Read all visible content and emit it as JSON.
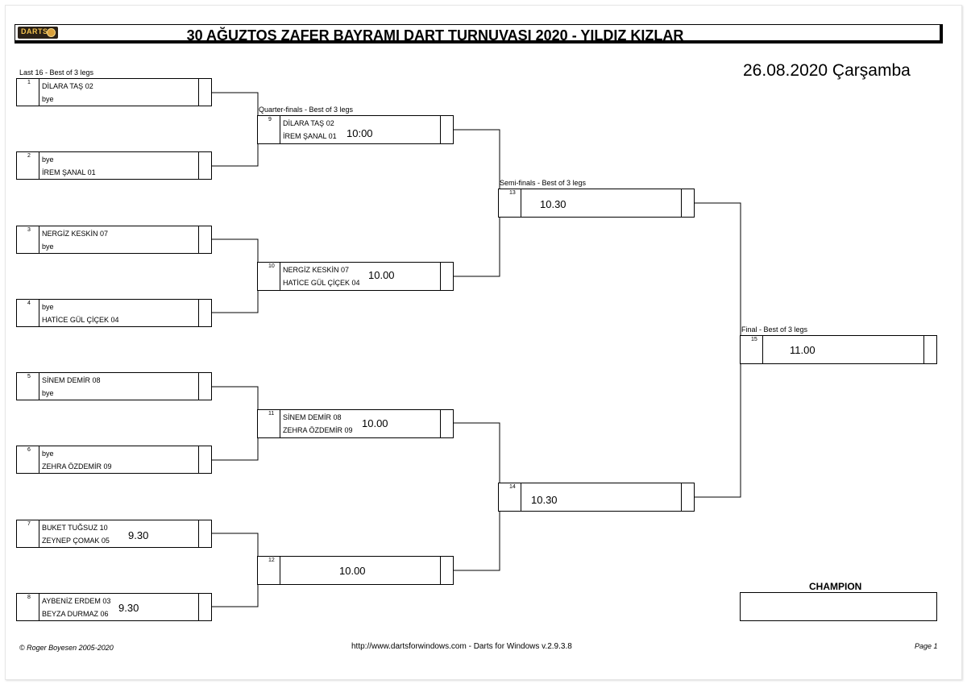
{
  "header": {
    "title": "30 AĞUZTOS ZAFER BAYRAMI DART TURNUVASI 2020 - YILDIZ KIZLAR",
    "logo_text": "DARTS",
    "date": "26.08.2020 Çarşamba"
  },
  "rounds": {
    "last16": "Last 16 - Best of 3 legs",
    "quarter": "Quarter-finals - Best of 3 legs",
    "semi": "Semi-finals - Best of 3 legs",
    "final": "Final - Best of 3 legs"
  },
  "matches": {
    "m1": {
      "num": "1",
      "p1": "DİLARA TAŞ 02",
      "p2": "bye",
      "time": ""
    },
    "m2": {
      "num": "2",
      "p1": "bye",
      "p2": "İREM ŞANAL 01",
      "time": ""
    },
    "m3": {
      "num": "3",
      "p1": "NERGİZ KESKİN 07",
      "p2": "bye",
      "time": ""
    },
    "m4": {
      "num": "4",
      "p1": "bye",
      "p2": "HATİCE GÜL ÇİÇEK 04",
      "time": ""
    },
    "m5": {
      "num": "5",
      "p1": "SİNEM DEMİR 08",
      "p2": "bye",
      "time": ""
    },
    "m6": {
      "num": "6",
      "p1": "bye",
      "p2": "ZEHRA ÖZDEMİR 09",
      "time": ""
    },
    "m7": {
      "num": "7",
      "p1": "BUKET TUĞSUZ 10",
      "p2": "ZEYNEP ÇOMAK 05",
      "time": "9.30"
    },
    "m8": {
      "num": "8",
      "p1": "AYBENİZ ERDEM 03",
      "p2": "BEYZA DURMAZ 06",
      "time": "9.30"
    },
    "m9": {
      "num": "9",
      "p1": "DİLARA TAŞ 02",
      "p2": "İREM ŞANAL 01",
      "time": "10:00"
    },
    "m10": {
      "num": "10",
      "p1": "NERGİZ KESKİN 07",
      "p2": "HATİCE GÜL ÇİÇEK 04",
      "time": "10.00"
    },
    "m11": {
      "num": "11",
      "p1": "SİNEM DEMİR 08",
      "p2": "ZEHRA ÖZDEMİR 09",
      "time": "10.00"
    },
    "m12": {
      "num": "12",
      "p1": "",
      "p2": "",
      "time": "10.00"
    },
    "m13": {
      "num": "13",
      "p1": "",
      "p2": "",
      "time": "10.30"
    },
    "m14": {
      "num": "14",
      "p1": "",
      "p2": "",
      "time": "10.30"
    },
    "m15": {
      "num": "15",
      "p1": "",
      "p2": "",
      "time": "11.00"
    }
  },
  "champion": {
    "label": "CHAMPION",
    "value": ""
  },
  "footer": {
    "copyright": "© Roger Boyesen 2005-2020",
    "url": "http://www.dartsforwindows.com - Darts for Windows v.2.9.3.8",
    "page": "Page 1"
  }
}
